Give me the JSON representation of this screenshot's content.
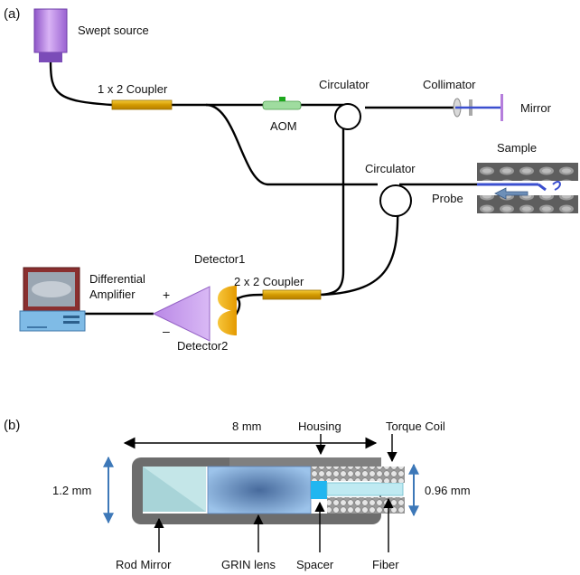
{
  "panel_a": {
    "panel_label": "(a)",
    "labels": {
      "swept_source": "Swept source",
      "coupler_1x2": "1 x 2 Coupler",
      "aom": "AOM",
      "circulator_top": "Circulator",
      "collimator": "Collimator",
      "mirror": "Mirror",
      "sample": "Sample",
      "circulator_bottom": "Circulator",
      "probe": "Probe",
      "detector1": "Detector1",
      "detector2": "Detector2",
      "coupler_2x2": "2 x 2 Coupler",
      "differential_amplifier_line1": "Differential",
      "differential_amplifier_line2": "Amplifier",
      "plus_sign": "+",
      "minus_sign": "–"
    }
  },
  "panel_b": {
    "panel_label": "(b)",
    "labels": {
      "length": "8 mm",
      "housing": "Housing",
      "torque_coil": "Torque Coil",
      "outer_diameter": "1.2 mm",
      "inner_diameter": "0.96 mm",
      "rod_mirror": "Rod Mirror",
      "grin_lens": "GRIN lens",
      "spacer": "Spacer",
      "fiber": "Fiber"
    }
  },
  "colors": {
    "fiber_line": "#000000",
    "coupler": "#e0a400",
    "source": "#b57edc",
    "aom": "#8fd18f",
    "probe_beam": "#3b4fcf",
    "detector": "#f3b81a",
    "amplifier": "#c79be8",
    "grin_lens": "#7fa7d6",
    "rod_mirror": "#a8d4d8",
    "spacer": "#21b6f0",
    "dimension_arrow": "#3d78b8"
  }
}
